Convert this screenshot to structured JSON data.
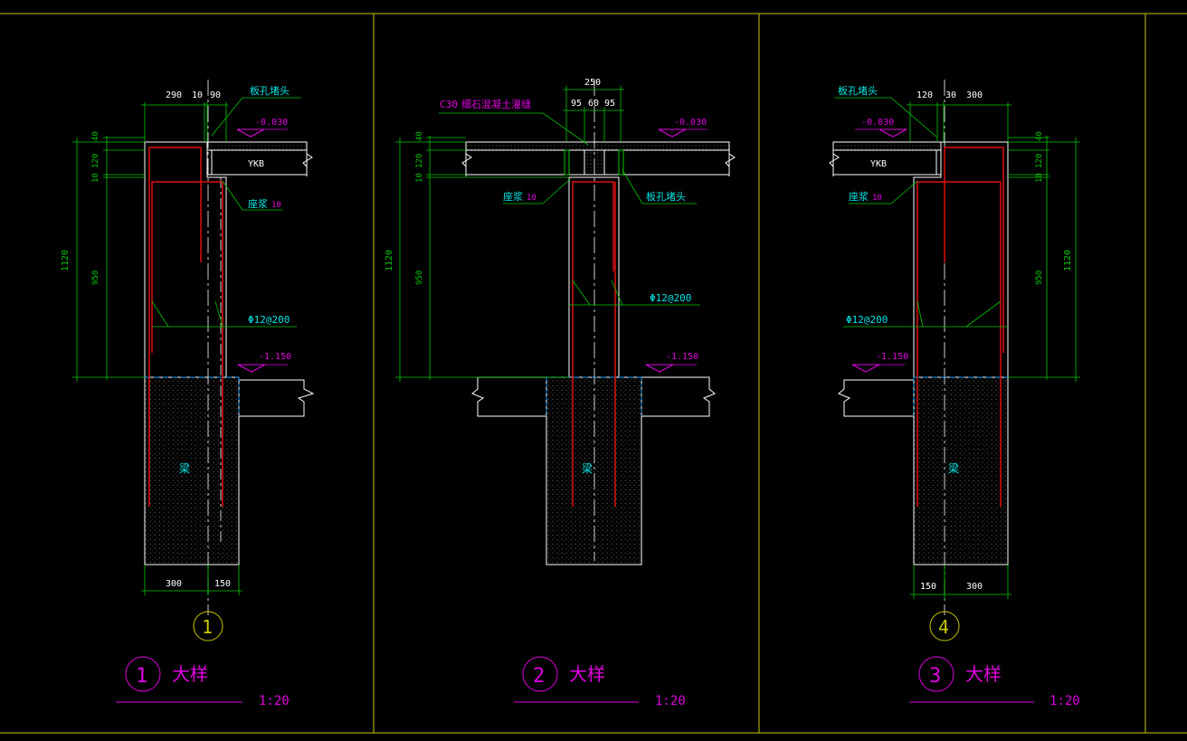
{
  "colors": {
    "background": "#000000",
    "frame": "#c8c800",
    "wall": "#ffffff",
    "rebar": "#e01010",
    "dimension": "#00c800",
    "text_cyan": "#00e5e5",
    "text_magenta": "#e000e0",
    "text_yellow": "#c8c800",
    "fill_dot": "#707070",
    "dashed_cyan": "#00a0ff"
  },
  "details": [
    {
      "title_number": "1",
      "title_text": "大样",
      "scale": "1:20",
      "axis_label": "1",
      "dims_top": [
        "290",
        "10",
        "90"
      ],
      "dims_left_outer": "1120",
      "dims_left_inner": [
        "40",
        "120",
        "10",
        "950"
      ],
      "dims_bottom": [
        "300",
        "150"
      ],
      "elev_top": "-0.030",
      "elev_bottom": "-1.150",
      "plug_label": "板孔堵头",
      "slab_label": "YKB",
      "mortar_label": "座浆",
      "mortar_value": "10",
      "rebar_label": "Φ12@200",
      "beam_label": "梁"
    },
    {
      "title_number": "2",
      "title_text": "大样",
      "scale": "1:20",
      "dims_top_total": "250",
      "dims_top": [
        "95",
        "60",
        "95"
      ],
      "dims_left_outer": "1120",
      "dims_left_inner": [
        "40",
        "120",
        "10",
        "950"
      ],
      "grout_grade": "C30",
      "grout_label": "细石混凝土灌缝",
      "elev_top": "-0.030",
      "elev_bottom": "-1.150",
      "plug_label": "板孔堵头",
      "mortar_label": "座浆",
      "mortar_value": "10",
      "rebar_label": "Φ12@200",
      "beam_label": "梁"
    },
    {
      "title_number": "3",
      "title_text": "大样",
      "scale": "1:20",
      "axis_label": "4",
      "dims_top": [
        "120",
        "30",
        "300"
      ],
      "dims_right_outer": "1120",
      "dims_right_inner": [
        "40",
        "120",
        "10",
        "950"
      ],
      "dims_bottom": [
        "150",
        "300"
      ],
      "elev_top": "-0.030",
      "elev_bottom": "-1.150",
      "plug_label": "板孔堵头",
      "slab_label": "YKB",
      "mortar_label": "座浆",
      "mortar_value": "10",
      "rebar_label": "Φ12@200",
      "beam_label": "梁"
    }
  ]
}
